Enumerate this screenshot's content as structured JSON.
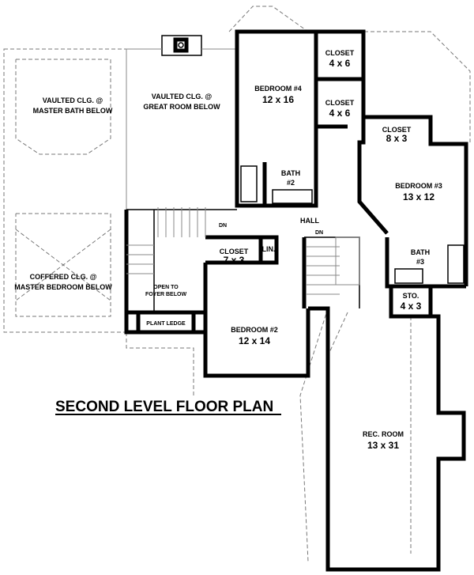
{
  "title": "SECOND LEVEL FLOOR PLAN",
  "rooms": {
    "vaulted_bath": {
      "line1": "VAULTED CLG. @",
      "line2": "MASTER BATH BELOW"
    },
    "vaulted_great": {
      "line1": "VAULTED CLG. @",
      "line2": "GREAT ROOM BELOW"
    },
    "coffered": {
      "line1": "COFFERED CLG. @",
      "line2": "MASTER BEDROOM BELOW"
    },
    "bedroom4": {
      "name": "BEDROOM #4",
      "size": "12 x 16"
    },
    "closet_a": {
      "name": "CLOSET",
      "size": "4 x 6"
    },
    "closet_b": {
      "name": "CLOSET",
      "size": "4 x 6"
    },
    "closet_c": {
      "name": "CLOSET",
      "size": "8 x 3"
    },
    "bedroom3": {
      "name": "BEDROOM #3",
      "size": "13 x 12"
    },
    "bath2": {
      "name": "BATH",
      "num": "#2"
    },
    "hall": {
      "name": "HALL"
    },
    "dn1": "DN",
    "dn2": "DN",
    "closet_d": {
      "name": "CLOSET",
      "size": "7 x 3"
    },
    "lin": "LIN.",
    "bath3": {
      "name": "BATH",
      "num": "#3"
    },
    "sto": {
      "name": "STO.",
      "size": "4 x 3"
    },
    "open_foyer": {
      "line1": "OPEN TO",
      "line2": "FOYER BELOW"
    },
    "plant_ledge": "PLANT LEDGE",
    "bedroom2": {
      "name": "BEDROOM #2",
      "size": "12 x 14"
    },
    "rec_room": {
      "name": "REC. ROOM",
      "size": "13 x 31"
    }
  }
}
